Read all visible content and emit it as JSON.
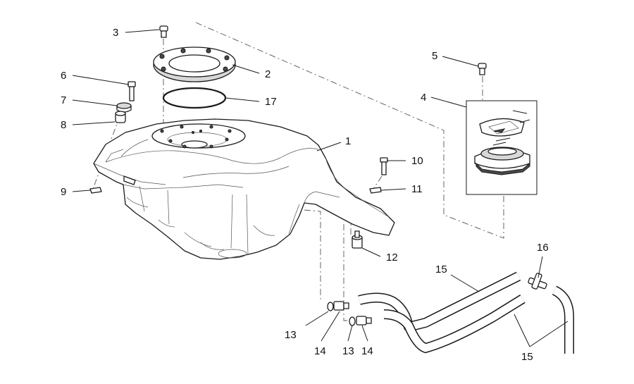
{
  "diagram": {
    "callouts": [
      {
        "id": "c3",
        "label": "3"
      },
      {
        "id": "c2",
        "label": "2"
      },
      {
        "id": "c6",
        "label": "6"
      },
      {
        "id": "c17",
        "label": "17"
      },
      {
        "id": "c7",
        "label": "7"
      },
      {
        "id": "c8",
        "label": "8"
      },
      {
        "id": "c1",
        "label": "1"
      },
      {
        "id": "c9",
        "label": "9"
      },
      {
        "id": "c10",
        "label": "10"
      },
      {
        "id": "c11",
        "label": "11"
      },
      {
        "id": "c12",
        "label": "12"
      },
      {
        "id": "c5",
        "label": "5"
      },
      {
        "id": "c4",
        "label": "4"
      },
      {
        "id": "c15a",
        "label": "15"
      },
      {
        "id": "c16",
        "label": "16"
      },
      {
        "id": "c13a",
        "label": "13"
      },
      {
        "id": "c14a",
        "label": "14"
      },
      {
        "id": "c13b",
        "label": "13"
      },
      {
        "id": "c14b",
        "label": "14"
      },
      {
        "id": "c15b",
        "label": "15"
      }
    ]
  }
}
